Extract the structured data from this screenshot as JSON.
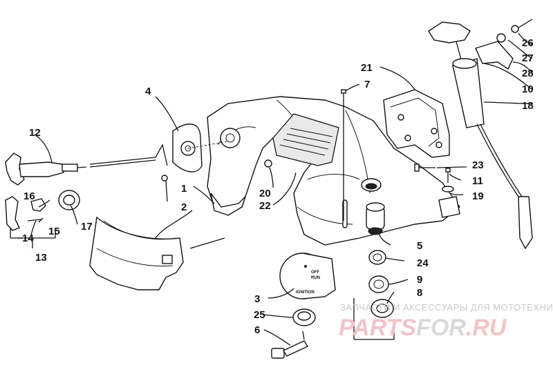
{
  "callouts": [
    "1",
    "2",
    "3",
    "4",
    "5",
    "6",
    "7",
    "8",
    "9",
    "10",
    "11",
    "12",
    "13",
    "14",
    "15",
    "16",
    "17",
    "18",
    "19",
    "20",
    "21",
    "22",
    "23",
    "24",
    "25",
    "26",
    "27",
    "28"
  ],
  "switch_labels": {
    "off": "OFF",
    "run": "RUN",
    "ignition": "IGNITION"
  },
  "watermark": {
    "caption": "ЗАПЧАСТИ И АКСЕССУАРЫ ДЛЯ МОТОТЕХНИКИ",
    "logo_a": "PARTS",
    "logo_b": "FOR",
    "logo_c": ".RU"
  },
  "colors": {
    "ink": "#111111",
    "watermark_red": "#f2c4c6",
    "watermark_grey": "#d9d9d9"
  }
}
